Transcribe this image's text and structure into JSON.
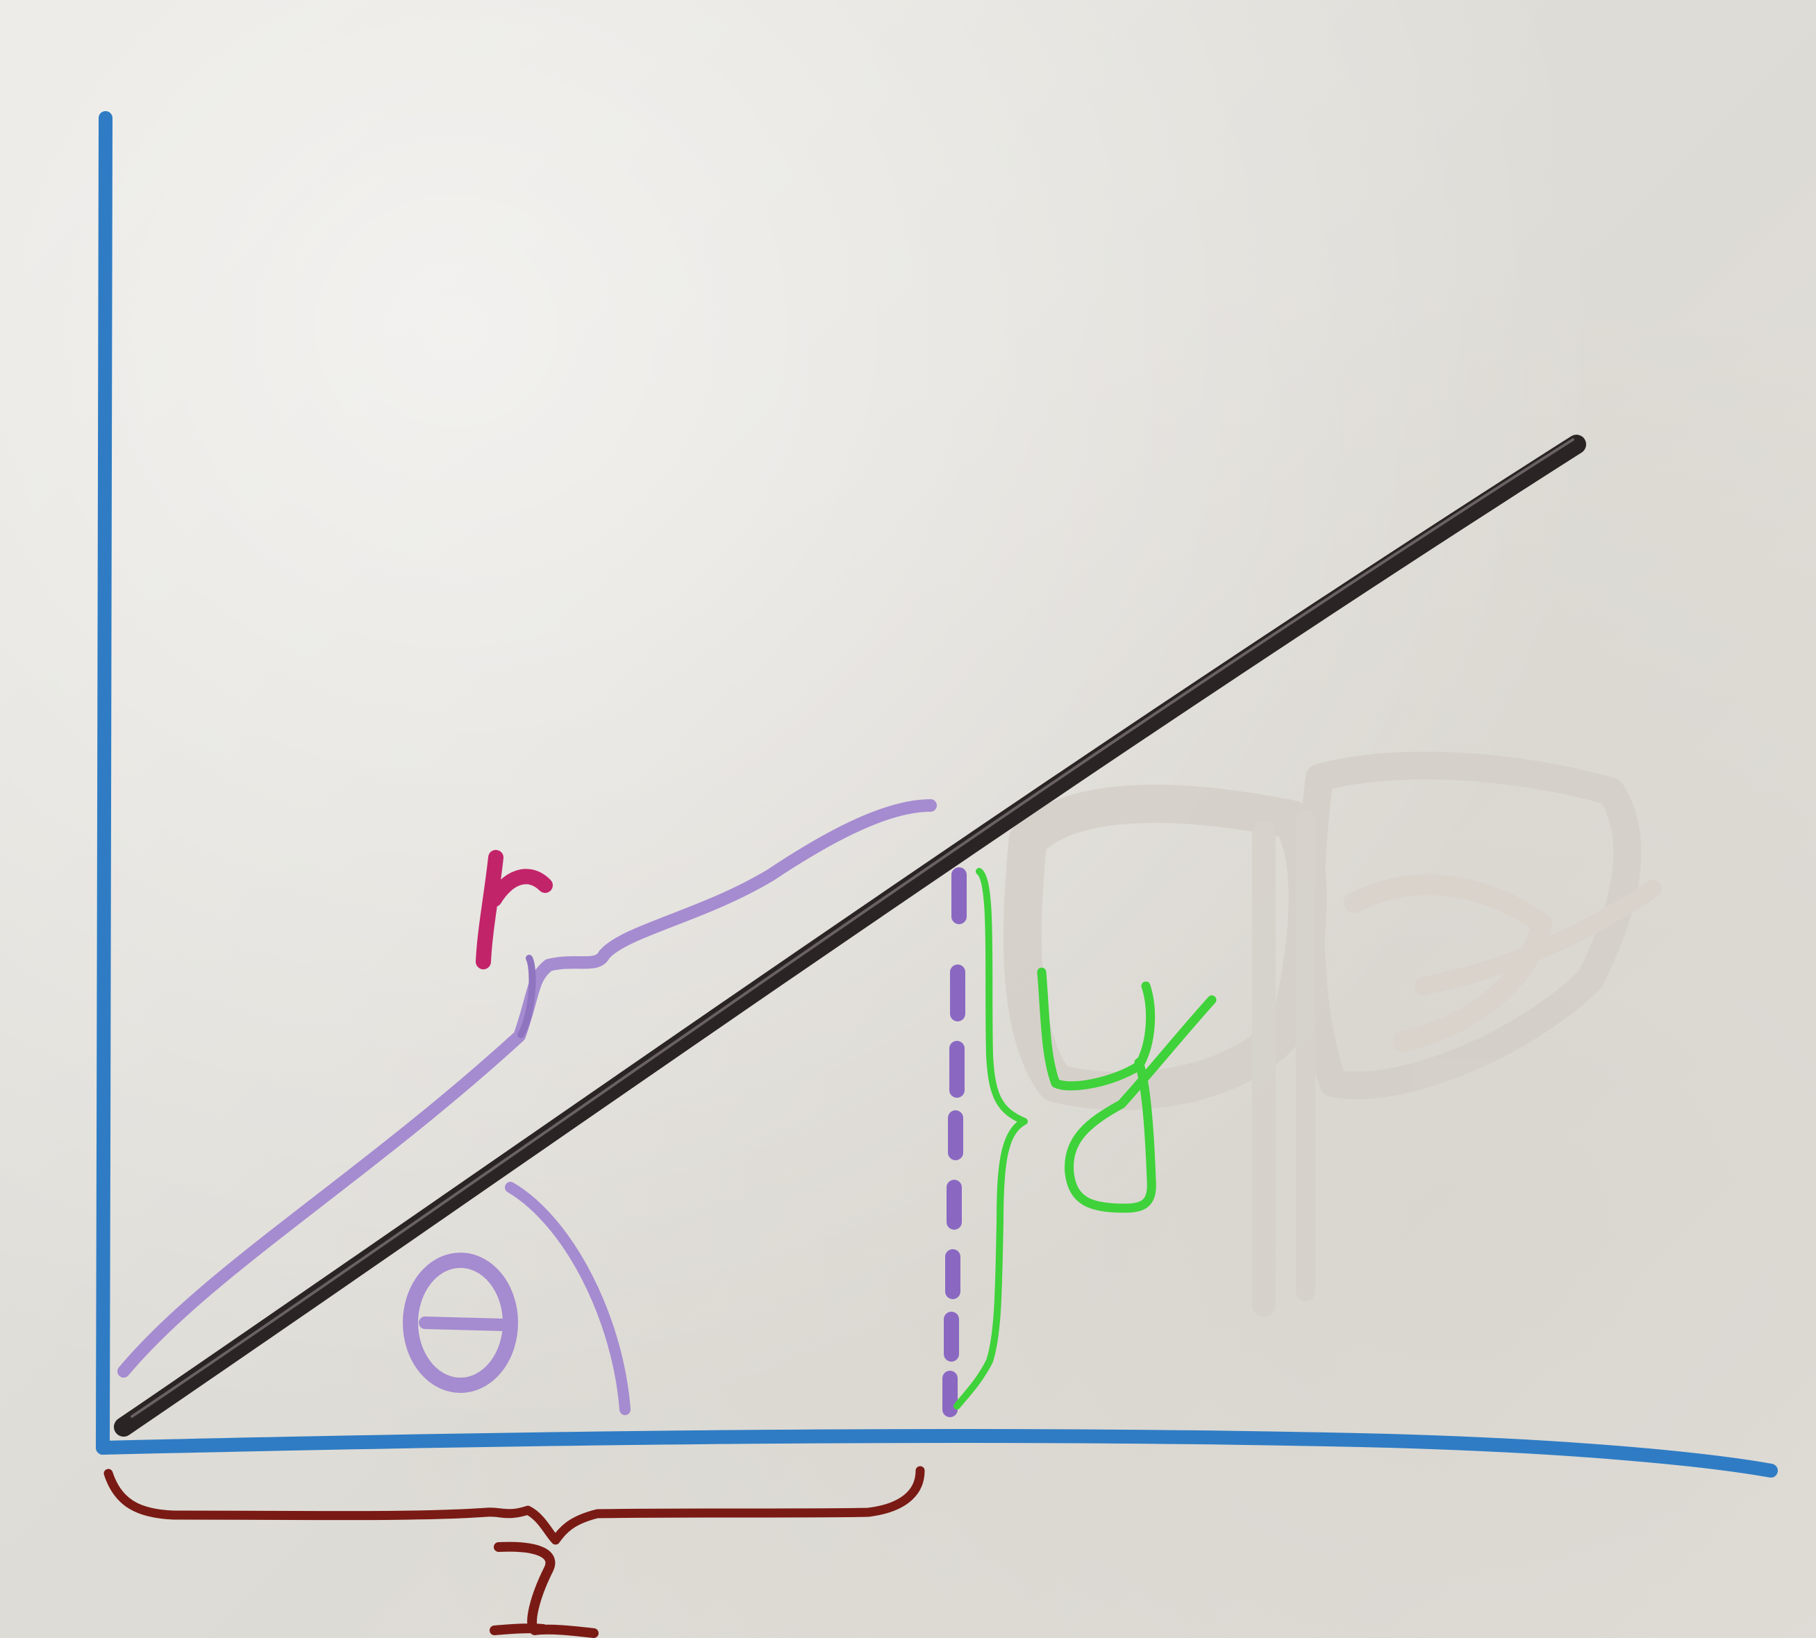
{
  "labels": {
    "hypotenuse": "r",
    "angle": "θ",
    "vertical": "y",
    "horizontal": "x"
  },
  "colors": {
    "axes": "#2f7cc4",
    "hypotenuse": "#2a2424",
    "angle": "#a58bd0",
    "r_brace": "#a58bd0",
    "r_label": "#c2246a",
    "y_brace": "#3fd23a",
    "x_brace": "#7a1a14",
    "dashes": "#8a68c2",
    "erased_smudge": "#d4cfc8"
  }
}
